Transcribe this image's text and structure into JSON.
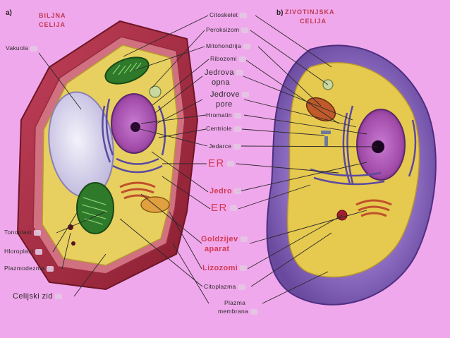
{
  "panel_a": {
    "letter": "a)",
    "title_line1": "BILJNA",
    "title_line2": "CELIJA"
  },
  "panel_b": {
    "letter": "b)",
    "title_line1": "ZIVOTINJSKA",
    "title_line2": "CELIJA"
  },
  "labels_left": {
    "vakuola": "Vakuola",
    "tonoplast": "Tonoplast",
    "hloroplast": "Hloroplast",
    "plazmodezma": "Plazmodezma",
    "celijski_zid": "Celijski zid"
  },
  "labels_center": {
    "citoskelet": "Citoskelet",
    "peroksizom": "Peroksizom",
    "mitohondrija": "Mitohondrija",
    "ribozomi": "Ribozomi",
    "jedrova_opna_1": "Jedrova",
    "jedrova_opna_2": "opna",
    "jedrove_pore_1": "Jedrove",
    "jedrove_pore_2": "pore",
    "hromatin": "Hromatin",
    "centriole": "Centriole",
    "jedarce": "Jedarce",
    "er_1": "ER",
    "jedro": "Jedro",
    "er_2": "ER",
    "goldzijev_1": "Goldzijev",
    "goldzijev_2": "aparat",
    "lizozomi": "Lizozomi",
    "citoplazma": "Citoplazma",
    "plazma_membrana_1": "Plazma",
    "plazma_membrana_2": "membrana"
  },
  "colors": {
    "background": "#f0a8ec",
    "cell_wall": "#a8283c",
    "plant_cytoplasm": "#e8d060",
    "animal_membrane": "#8e6ac0",
    "animal_cytoplasm": "#e6c94f",
    "nucleus": "#b45ab8",
    "vacuole": "#ddd8ee",
    "chloroplast": "#2f7a2a",
    "label_red": "#d23a54"
  }
}
